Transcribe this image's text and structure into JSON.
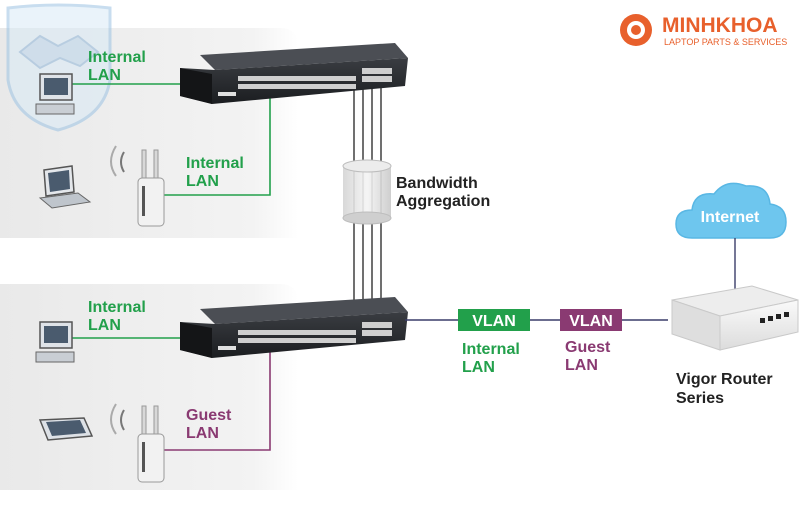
{
  "brand": {
    "name": "MINHKHOA",
    "tagline": "LAPTOP PARTS & SERVICES",
    "color": "#e8602c"
  },
  "colors": {
    "green": "#22a04b",
    "purple": "#8a3a72",
    "cloud": "#6ec6ee"
  },
  "labels": {
    "top_lan_1": [
      "Internal",
      "LAN"
    ],
    "top_lan_2": [
      "Internal",
      "LAN"
    ],
    "bottom_lan_1": [
      "Internal",
      "LAN"
    ],
    "bottom_guest": [
      "Guest",
      "LAN"
    ],
    "aggregation": [
      "Bandwidth",
      "Aggregation"
    ],
    "vlan_internal_badge": "VLAN",
    "vlan_guest_badge": "VLAN",
    "vlan_internal_caption": [
      "Internal",
      "LAN"
    ],
    "vlan_guest_caption": [
      "Guest",
      "LAN"
    ],
    "internet": "Internet",
    "router": [
      "Vigor Router",
      "Series"
    ]
  },
  "icons": {
    "pc": "desktop-computer-icon",
    "laptop": "laptop-icon",
    "tablet": "tablet-icon",
    "access_point": "wireless-access-point-icon",
    "switch": "network-switch-icon",
    "router": "router-icon",
    "cloud": "cloud-icon",
    "watermark": "handshake-shield-icon"
  }
}
